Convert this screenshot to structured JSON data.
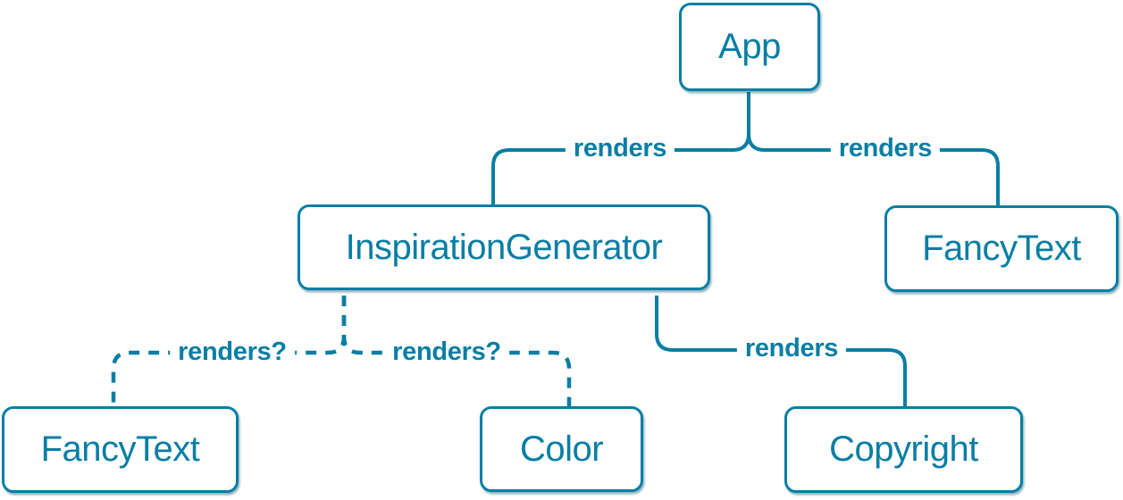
{
  "diagram": {
    "description": "React component render tree",
    "colors": {
      "accent": "#087ea4",
      "background": "#ffffff"
    },
    "nodes": [
      {
        "id": "app",
        "label": "App"
      },
      {
        "id": "inspiration-generator",
        "label": "InspirationGenerator"
      },
      {
        "id": "fancy-text-top",
        "label": "FancyText"
      },
      {
        "id": "fancy-text-bottom",
        "label": "FancyText"
      },
      {
        "id": "color",
        "label": "Color"
      },
      {
        "id": "copyright",
        "label": "Copyright"
      }
    ],
    "edges": [
      {
        "from": "App",
        "to": "InspirationGenerator",
        "label": "renders",
        "style": "solid"
      },
      {
        "from": "App",
        "to": "FancyText",
        "label": "renders",
        "style": "solid"
      },
      {
        "from": "InspirationGenerator",
        "to": "FancyText",
        "label": "renders?",
        "style": "dashed"
      },
      {
        "from": "InspirationGenerator",
        "to": "Color",
        "label": "renders?",
        "style": "dashed"
      },
      {
        "from": "InspirationGenerator",
        "to": "Copyright",
        "label": "renders",
        "style": "solid"
      }
    ]
  }
}
